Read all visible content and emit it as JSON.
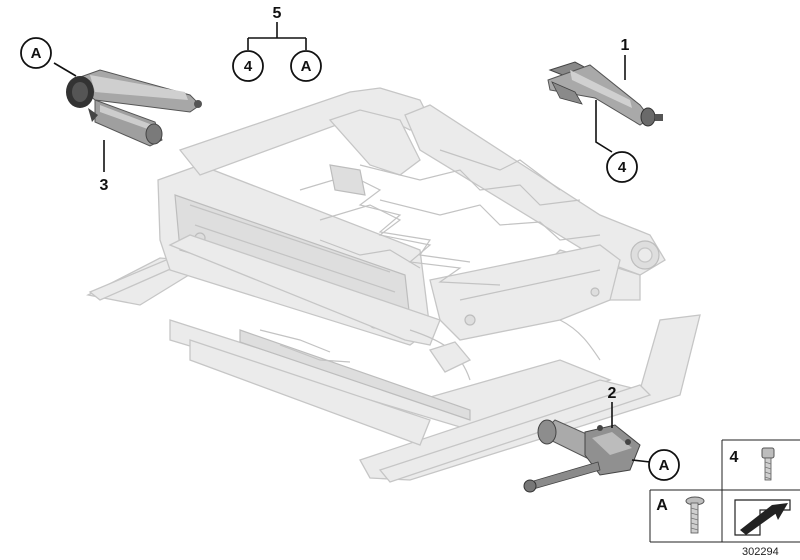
{
  "callouts": {
    "part_1": "1",
    "part_2": "2",
    "part_3": "3",
    "part_5": "5",
    "circle_a_top_left": "A",
    "circle_4_group": "4",
    "circle_a_group": "A",
    "circle_4_right": "4",
    "circle_a_bottom": "A"
  },
  "legend": {
    "cell_4_label": "4",
    "cell_a_label": "A"
  },
  "document_number": "302294"
}
